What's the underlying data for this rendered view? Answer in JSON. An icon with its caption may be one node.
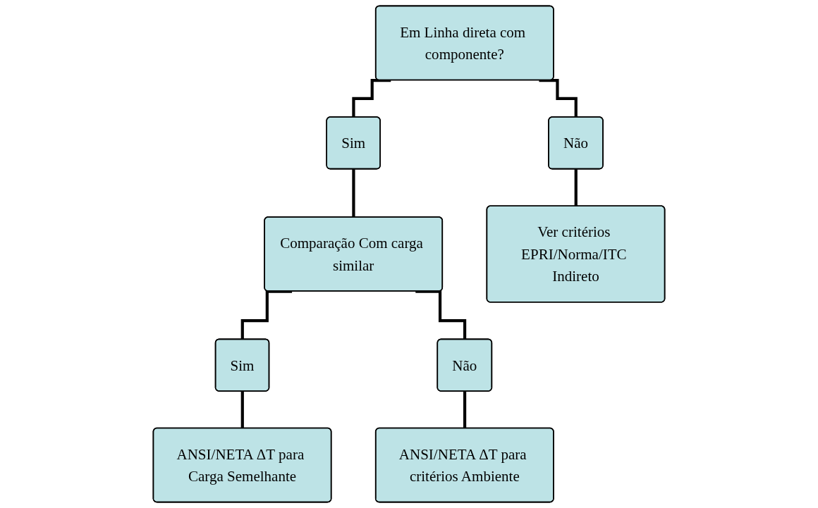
{
  "diagram": {
    "nodes": [
      {
        "text": [
          "Em Linha direta com componente?"
        ]
      },
      {
        "text": [
          "Sim"
        ]
      },
      {
        "text": [
          "Não"
        ]
      },
      {
        "text": [
          "Comparação Com carga similar"
        ]
      },
      {
        "text": [
          "Ver critérios EPRI/Norma/ITC Indireto"
        ]
      },
      {
        "text": [
          "Sim"
        ]
      },
      {
        "text": [
          "Não"
        ]
      },
      {
        "text": [
          "ANSI/NETA ΔT para Carga Semelhante"
        ]
      },
      {
        "text": [
          "ANSI/NETA ΔT para critérios Ambiente"
        ]
      }
    ],
    "edges": [
      {
        "from": 0,
        "to": 1,
        "arrow": "none"
      },
      {
        "from": 0,
        "to": 2,
        "arrow": "none"
      },
      {
        "from": 1,
        "to": 3,
        "arrow": "none"
      },
      {
        "from": 2,
        "to": 4,
        "arrow": "none"
      },
      {
        "from": 3,
        "to": 5,
        "arrow": "none"
      },
      {
        "from": 3,
        "to": 6,
        "arrow": "none"
      },
      {
        "from": 5,
        "to": 7,
        "arrow": "none"
      },
      {
        "from": 6,
        "to": 8,
        "arrow": "none"
      }
    ]
  }
}
